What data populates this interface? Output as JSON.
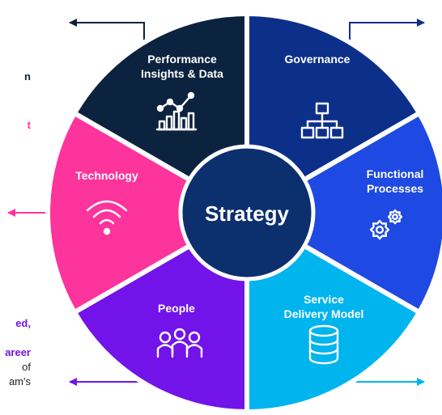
{
  "center": {
    "label": "Strategy"
  },
  "segments": [
    {
      "id": "performance",
      "title_lines": [
        "Performance",
        "Insights & Data"
      ],
      "color": "#0c233f",
      "icon": "chart-icon"
    },
    {
      "id": "governance",
      "title_lines": [
        "Governance"
      ],
      "color": "#0c2f8a",
      "icon": "org-chart-icon"
    },
    {
      "id": "functional",
      "title_lines": [
        "Functional",
        "Processes"
      ],
      "color": "#1e49e2",
      "icon": "gears-icon"
    },
    {
      "id": "service",
      "title_lines": [
        "Service",
        "Delivery Model"
      ],
      "color": "#00b4ee",
      "icon": "database-icon"
    },
    {
      "id": "people",
      "title_lines": [
        "People"
      ],
      "color": "#7213ea",
      "icon": "people-icon"
    },
    {
      "id": "technology",
      "title_lines": [
        "Technology"
      ],
      "color": "#fd349c",
      "icon": "wifi-icon"
    }
  ],
  "colors": {
    "center_fill": "#0c2f6e",
    "arrow_dark": "#0c233f",
    "arrow_pink": "#fd349c",
    "arrow_purple": "#7213ea",
    "arrow_cyan": "#00b4ee"
  },
  "cropped_text": {
    "dark_fragment": "n",
    "pink_fragment": "t",
    "purple_line1": "ed,",
    "purple_line2": "areer",
    "plain_line1": "of",
    "plain_line2": "am's"
  }
}
